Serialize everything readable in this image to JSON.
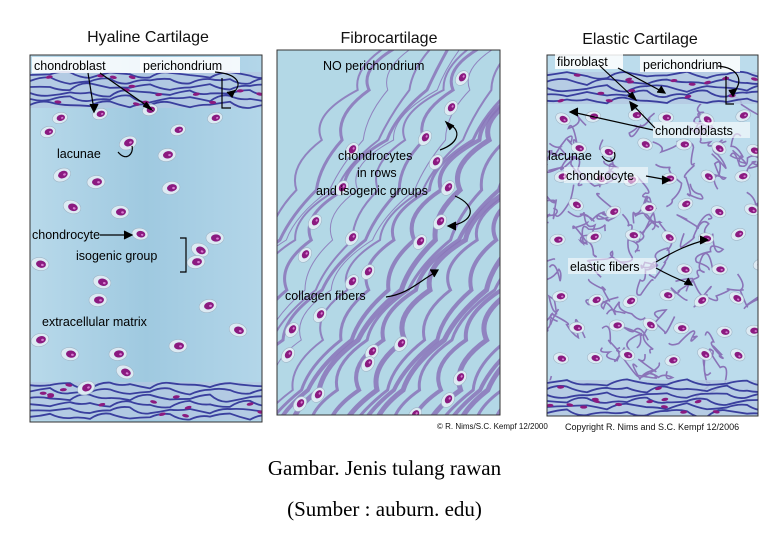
{
  "panels": {
    "hyaline": {
      "title": "Hyaline Cartilage",
      "labels": {
        "chondroblast": "chondroblast",
        "perichondrium": "perichondrium",
        "lacunae": "lacunae",
        "chondrocyte": "chondrocyte",
        "isogenic_group": "isogenic group",
        "extracellular_matrix": "extracellular matrix"
      }
    },
    "fibro": {
      "title": "Fibrocartilage",
      "labels": {
        "no_perichondrium": "NO perichondrium",
        "chondrocytes_line1": "chondrocytes",
        "chondrocytes_line2": "in rows",
        "chondrocytes_line3": "and isogenic groups",
        "collagen_fibers": "collagen fibers"
      },
      "credit": "© R. Nims/S.C. Kempf 12/2000"
    },
    "elastic": {
      "title": "Elastic Cartilage",
      "labels": {
        "fibroblast": "fibroblast",
        "perichondrium": "perichondrium",
        "chondroblasts": "chondroblasts",
        "lacunae": "lacunae",
        "chondrocyte": "chondrocyte",
        "elastic_fibers": "elastic fibers"
      },
      "credit": "Copyright R. Nims and S.C. Kempf 12/2006"
    }
  },
  "caption": {
    "line1": "Gambar. Jenis tulang rawan",
    "line2": "(Sumber : auburn. edu)"
  },
  "colors": {
    "matrix_hyaline": "#a9cfe3",
    "matrix_fibro": "#b3d8e6",
    "matrix_elastic": "#bcdcec",
    "fiber": "#8a74b8",
    "perichondrium": "#3a3f9e",
    "nucleus": "#8b1a80",
    "lacuna": "#ddeaf3"
  }
}
